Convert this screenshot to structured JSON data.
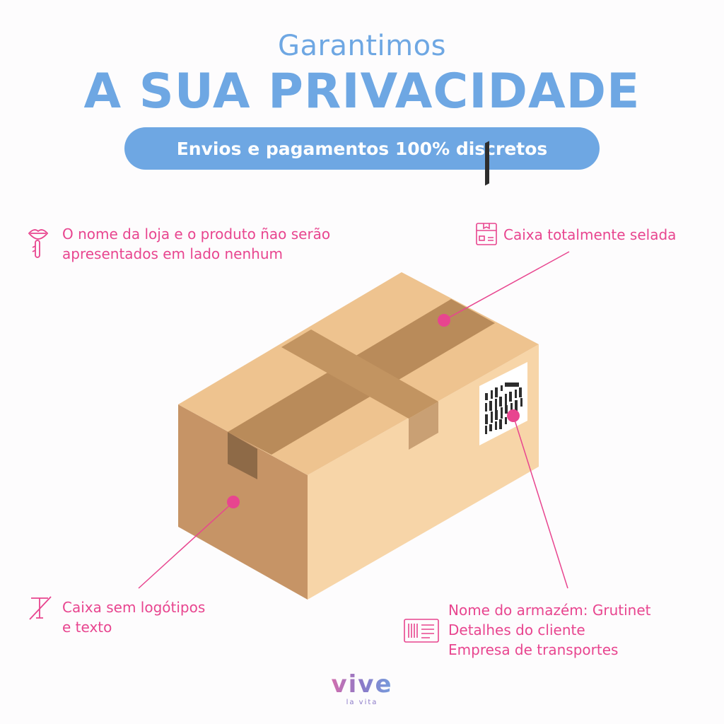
{
  "header": {
    "kicker": "Garantimos",
    "title": "A SUA PRIVACIDADE",
    "pill": "Envios e pagamentos 100% discretos"
  },
  "callouts": {
    "top_left": {
      "line1": "O nome da loja e o produto ñao serão",
      "line2": "apresentados em lado nenhum",
      "icon": "lips-silence-icon"
    },
    "top_right": {
      "text": "Caixa totalmente selada",
      "icon": "sealed-box-icon"
    },
    "bottom_left": {
      "line1": "Caixa sem logótipos",
      "line2": "e texto",
      "icon": "no-text-icon"
    },
    "bottom_right": {
      "line1": "Nome do armazém: Grutinet",
      "line2": "Detalhes do cliente",
      "line3": "Empresa de transportes",
      "icon": "shipping-label-icon"
    }
  },
  "logo": {
    "main": "vive",
    "sub": "la vita"
  },
  "colors": {
    "accent_blue": "#6ea7e3",
    "accent_pink": "#e8458f",
    "box_top": "#f0c896",
    "box_front": "#f6d4a7",
    "box_side": "#c89a6a",
    "tape": "#b88a58"
  }
}
